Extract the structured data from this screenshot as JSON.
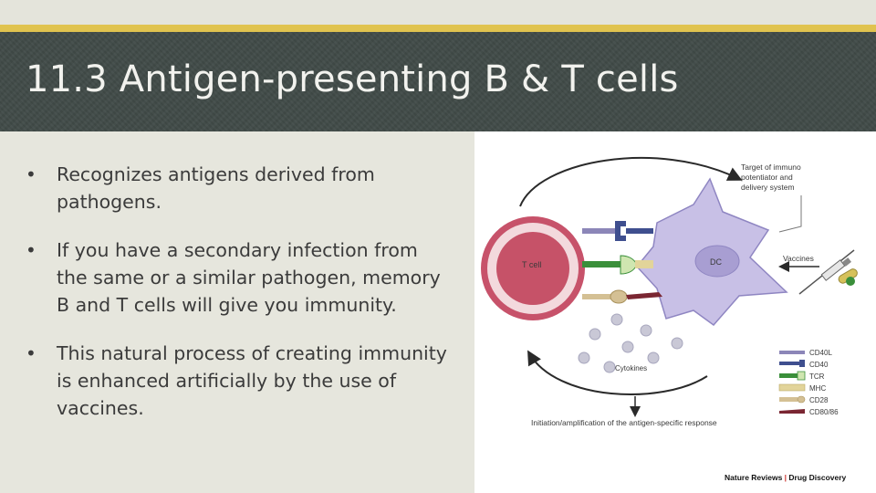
{
  "slide": {
    "title": "11.3 Antigen-presenting B & T cells",
    "bullets": [
      "Recognizes antigens derived from pathogens.",
      "If you have a secondary infection from the same or a similar pathogen, memory B and T cells will give you immunity.",
      "This natural process of creating immunity is enhanced artificially by the use of vaccines."
    ]
  },
  "figure": {
    "t_cell_label": "T cell",
    "dc_label": "DC",
    "target_label_lines": [
      "Target of immuno",
      "potentiator and",
      "delivery system"
    ],
    "vaccines_label": "Vaccines",
    "cytokines_label": "Cytokines",
    "caption": "Initiation/amplification of the antigen-specific response",
    "legend": [
      {
        "label": "CD40L",
        "color": "#8c86b8"
      },
      {
        "label": "CD40",
        "color": "#3f4f8f"
      },
      {
        "label": "TCR",
        "color": "#3a8f3a"
      },
      {
        "label": "MHC",
        "color": "#e2d49a"
      },
      {
        "label": "CD28",
        "color": "#d4c094"
      },
      {
        "label": "CD80/86",
        "color": "#7a2632"
      }
    ],
    "credit_left": "Nature Reviews",
    "credit_sep": " | ",
    "credit_right": "Drug Discovery",
    "colors": {
      "t_cell_outer": "#c7526a",
      "t_cell_inner": "#f3d9dd",
      "dc_fill": "#c8c0e6",
      "dc_stroke": "#8f86c2",
      "cytokine": "#c9c8d6",
      "arrow": "#2a2a2a"
    }
  }
}
